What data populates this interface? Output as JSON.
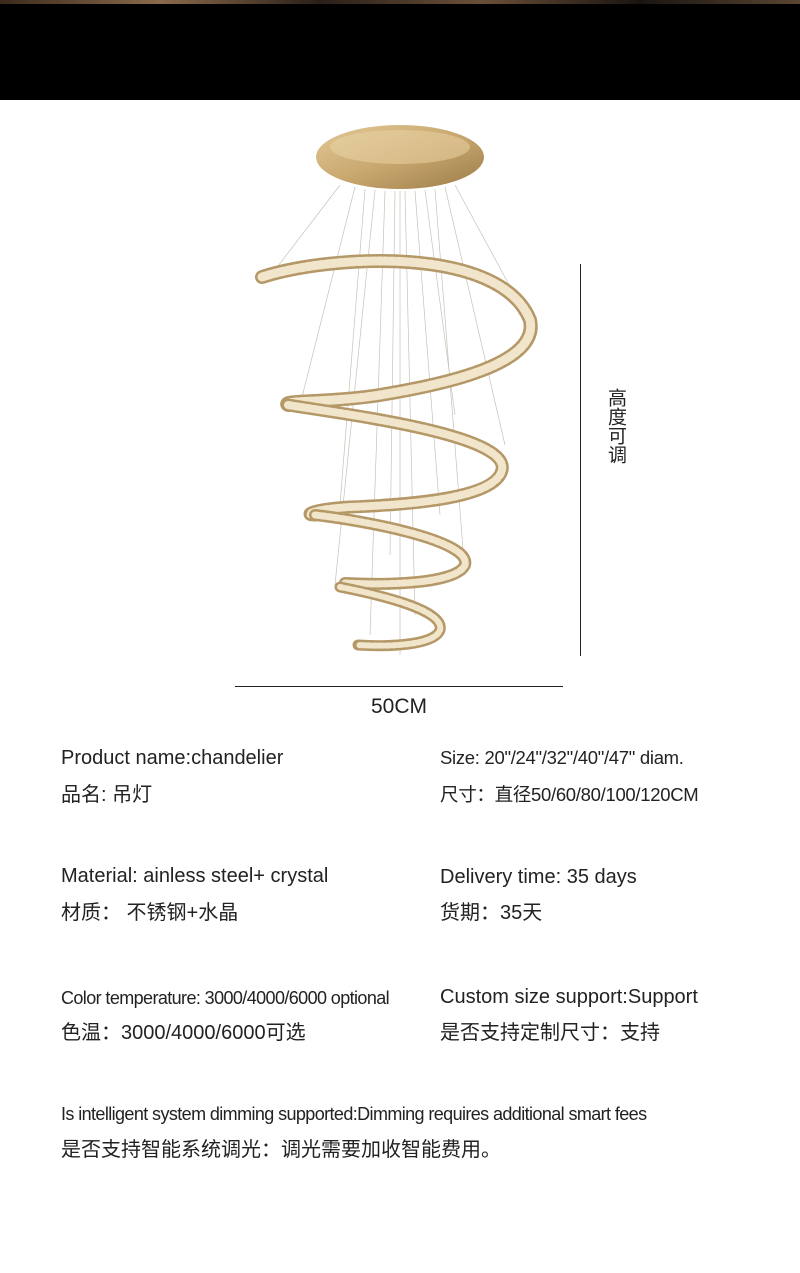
{
  "dimensions": {
    "height_label": "高度可调",
    "width_label": "50CM"
  },
  "specs": {
    "product_name_en": "Product name:chandelier",
    "product_name_cn": "品名: 吊灯",
    "size_en": "Size:  20\"/24\"/32\"/40\"/47\" diam.",
    "size_cn": "尺寸：直径50/60/80/100/120CM",
    "material_en": "Material: ainless steel+ crystal",
    "material_cn": "材质：   不锈钢+水晶",
    "delivery_en": "Delivery time: 35 days",
    "delivery_cn": "货期：35天",
    "color_temp_en": "Color temperature: 3000/4000/6000 optional",
    "color_temp_cn": "色温：3000/4000/6000可选",
    "custom_size_en": "Custom size support:Support",
    "custom_size_cn": "是否支持定制尺寸：支持",
    "dimming_en": "Is intelligent system dimming supported:Dimming requires additional smart fees",
    "dimming_cn": "是否支持智能系统调光：调光需要加收智能费用。"
  },
  "colors": {
    "background": "#ffffff",
    "top_band": "#000000",
    "text": "#222222",
    "gold": "#c9a870",
    "crystal": "#efe3c6"
  }
}
